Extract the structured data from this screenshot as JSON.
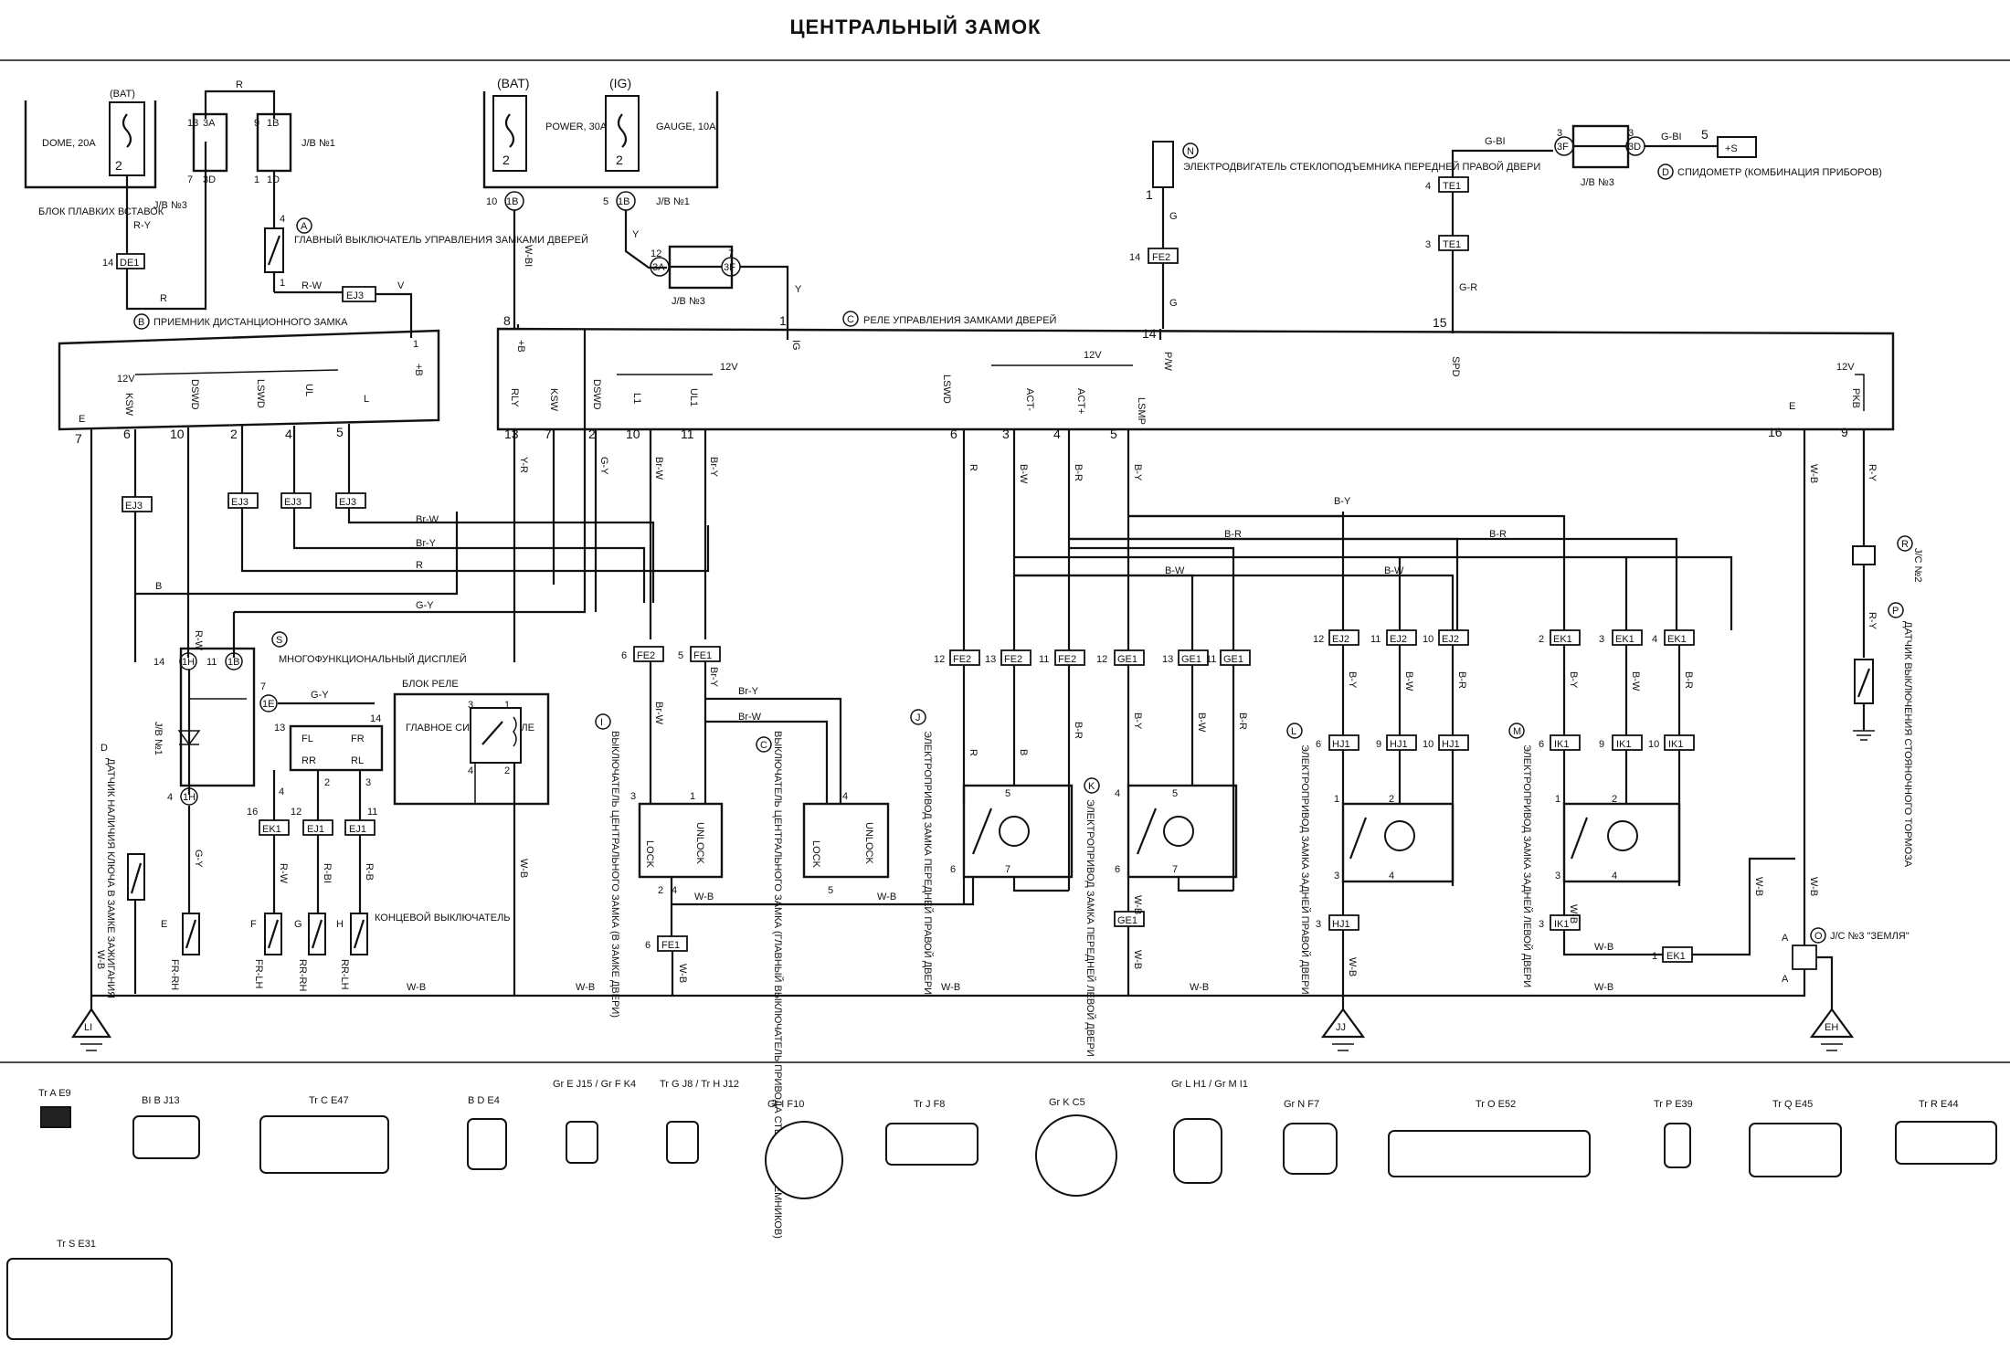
{
  "title": "ЦЕНТРАЛЬНЫЙ ЗАМОК",
  "fuse_block": {
    "label": "БЛОК ПЛАВКИХ ВСТАВОК",
    "bat": "(BAT)",
    "fuse": "DOME, 20A",
    "pin": "2",
    "wire": "R-Y",
    "connector": "DE1",
    "connector_pin": "14"
  },
  "jb3_top": {
    "label": "J/B №3",
    "pins": [
      "13",
      "3A",
      "7",
      "3D"
    ],
    "wire": "R"
  },
  "jb1_top": {
    "label": "J/B №1",
    "pins": [
      "9",
      "1B",
      "1",
      "1D"
    ]
  },
  "main_switch": {
    "tag": "A",
    "label": "ГЛАВНЫЙ ВЫКЛЮЧАТЕЛЬ УПРАВЛЕНИЯ ЗАМКАМИ ДВЕРЕЙ",
    "pins": [
      "4",
      "1"
    ],
    "wires": [
      "R-W",
      "V"
    ],
    "connector": "EJ3"
  },
  "power_fuses": [
    {
      "bat": "(BAT)",
      "name": "POWER, 30A",
      "pin": "2",
      "out_pin": "10",
      "out": "1B",
      "wire": "W-BI"
    },
    {
      "bat": "(IG)",
      "name": "GAUGE, 10A",
      "pin": "2",
      "out_pin": "5",
      "out": "1B",
      "wire": "Y"
    }
  ],
  "jb1_power": "J/B №1",
  "jb3_mid": {
    "label": "J/B №3",
    "pins": [
      "12",
      "3A",
      "7",
      "3F"
    ],
    "wire": "Y"
  },
  "remote_receiver": {
    "tag": "B",
    "label": "ПРИЕМНИК ДИСТАНЦИОННОГО ЗАМКА",
    "pin_labels": [
      "E",
      "KSW",
      "DSWD",
      "LSWD",
      "UL",
      "L",
      "+B"
    ],
    "pins": [
      "7",
      "6",
      "10",
      "2",
      "4",
      "5",
      "1"
    ],
    "v12": "12V"
  },
  "relay_unit": {
    "tag": "C",
    "label": "РЕЛЕ УПРАВЛЕНИЯ ЗАМКАМИ ДВЕРЕЙ",
    "pins_top": [
      "8",
      "1",
      "14",
      "15"
    ],
    "pins_top_labels": [
      "+B",
      "IG",
      "P/W",
      "SPD"
    ],
    "pins_bottom": [
      "13",
      "7",
      "2",
      "10",
      "11",
      "6",
      "3",
      "4",
      "5",
      "16",
      "9"
    ],
    "pins_bottom_labels": [
      "RLY",
      "KSW",
      "DSWD",
      "L1",
      "UL1",
      "LSWD",
      "ACT-",
      "ACT+",
      "LSMP",
      "E",
      "PKB"
    ],
    "v12": "12V"
  },
  "window_motor": {
    "tag": "N",
    "label": "ЭЛЕКТРОДВИГАТЕЛЬ СТЕКЛОПОДЪЕМНИКА ПЕРЕДНЕЙ ПРАВОЙ ДВЕРИ",
    "pin": "1",
    "wire": "G",
    "connector": "FE2",
    "connector_pin": "14"
  },
  "speedo": {
    "tag": "D",
    "label": "СПИДОМЕТР (КОМБИНАЦИЯ ПРИБОРОВ)",
    "jb": "J/B №3",
    "pins": [
      "3",
      "3F",
      "3",
      "3D",
      "5"
    ],
    "wire": "G-BI",
    "term": "+S",
    "connectors": [
      "TE1",
      "TE1"
    ],
    "connector_pins": [
      "4",
      "3"
    ],
    "wire2": "G-R"
  },
  "wire_labels": [
    "Br-W",
    "Br-Y",
    "R",
    "B",
    "G-Y",
    "B-Y",
    "B-R",
    "B-W",
    "W-B",
    "R-W",
    "Y-R",
    "W-BI",
    "R-Y"
  ],
  "multi_display": {
    "tag": "S",
    "label": "МНОГОФУНКЦИОНАЛЬНЫЙ ДИСПЛЕЙ",
    "jb": "J/B №1",
    "pins": [
      "14",
      "1H",
      "11",
      "1B",
      "7",
      "1E",
      "4",
      "1H"
    ],
    "box_pins": [
      "13",
      "FL",
      "FR",
      "RR",
      "RL",
      "14"
    ]
  },
  "relay_block": {
    "label": "БЛОК РЕЛЕ",
    "relay": "ГЛАВНОЕ СИЛОВОЕ РЕЛЕ",
    "pins": [
      "3",
      "1",
      "4",
      "2"
    ]
  },
  "door_switches": {
    "label": "КОНЦЕВОЙ ВЫКЛЮЧАТЕЛЬ",
    "items": [
      {
        "tag": "F",
        "name": "FR-LH",
        "conn": "EK1",
        "pin": "16",
        "wire": "R-W"
      },
      {
        "tag": "G",
        "name": "RR-RH",
        "conn": "EJ1",
        "pin": "12",
        "wire": "R-BI"
      },
      {
        "tag": "H",
        "name": "RR-LH",
        "conn": "EJ1",
        "pin": "11",
        "wire": "R-B"
      },
      {
        "tag": "E",
        "name": "FR-RH",
        "conn": "",
        "pin": "",
        "wire": ""
      }
    ],
    "extra_pins": [
      "4",
      "2",
      "3"
    ]
  },
  "key_sensor": {
    "tag": "D",
    "label": "ДАТЧИК НАЛИЧИЯ КЛЮЧА В ЗАМКЕ ЗАЖИГАНИЯ",
    "wire": "W-B"
  },
  "ground_left": "LI",
  "lock_switch_front": {
    "tag": "I",
    "label": "ВЫКЛЮЧАТЕЛЬ ЦЕНТРАЛЬНОГО ЗАМКА (В ЗАМКЕ ДВЕРИ)",
    "connectors": [
      "FE2",
      "FE1"
    ],
    "connector_pins": [
      "6",
      "5"
    ],
    "lock": "LOCK",
    "unlock": "UNLOCK",
    "pins": [
      "3",
      "1",
      "2",
      "4"
    ]
  },
  "lock_switch_window": {
    "tag": "C",
    "label": "ВЫКЛЮЧАТЕЛЬ ЦЕНТРАЛЬНОГО ЗАМКА (ГЛАВНЫЙ ВЫКЛЮЧАТЕЛЬ ПРИВОДА СТЕКЛОПОДЪЕМНИКОВ)",
    "lock": "LOCK",
    "unlock": "UNLOCK",
    "pins": [
      "4",
      "5"
    ],
    "connector": "FE1",
    "connector_pin": "6"
  },
  "actuators": [
    {
      "tag": "J",
      "label": "ЭЛЕКТРОПРИВОД ЗАМКА ПЕРЕДНЕЙ ПРАВОЙ ДВЕРИ",
      "conns": [
        "12 FE2",
        "13 FE2",
        "11 FE2"
      ],
      "wires": [
        "R",
        "B-W",
        "B-R"
      ],
      "pins": [
        "6",
        "5",
        "7"
      ]
    },
    {
      "tag": "K",
      "label": "ЭЛЕКТРОПРИВОД ЗАМКА ПЕРЕДНЕЙ ЛЕВОЙ ДВЕРИ",
      "conns": [
        "12 GE1",
        "13 GE1",
        "11 GE1"
      ],
      "wires": [
        "B-Y",
        "B-W",
        "B-R"
      ],
      "pins": [
        "4",
        "5",
        "6",
        "7"
      ]
    },
    {
      "tag": "L",
      "label": "ЭЛЕКТРОПРИВОД ЗАМКА ЗАДНЕЙ ПРАВОЙ ДВЕРИ",
      "conns": [
        "12 EJ2",
        "11 EJ2",
        "10 EJ2",
        "6 HJ1",
        "9 HJ1",
        "10 HJ1",
        "3 HJ1"
      ],
      "wires": [
        "B-Y",
        "B-W",
        "B-R",
        "W-B"
      ],
      "pins": [
        "1",
        "2",
        "3",
        "4"
      ]
    },
    {
      "tag": "M",
      "label": "ЭЛЕКТРОПРИВОД ЗАМКА ЗАДНЕЙ ЛЕВОЙ ДВЕРИ",
      "conns": [
        "2 EK1",
        "3 EK1",
        "4 EK1",
        "6 IK1",
        "9 IK1",
        "10 IK1",
        "3 IK1"
      ],
      "wires": [
        "B-Y",
        "B-W",
        "B-R",
        "W-B"
      ],
      "pins": [
        "1",
        "2",
        "3",
        "4"
      ]
    }
  ],
  "park_brake": {
    "tag": "P",
    "label": "ДАТЧИК ВЫКЛЮЧЕНИЯ СТОЯНОЧНОГО ТОРМОЗА",
    "jc": "J/C №2",
    "tagR": "R",
    "wire": "R-Y"
  },
  "ground_jc": {
    "label": "J/C №3 \"ЗЕМЛЯ\"",
    "tag": "O",
    "pins": [
      "A",
      "A"
    ],
    "connector": "EK1",
    "connector_pin": "1"
  },
  "grounds": [
    "LI",
    "JJ",
    "EH"
  ],
  "connector_legend": [
    {
      "text": "Tr A E9"
    },
    {
      "text": "BI B J13"
    },
    {
      "text": "Tr C E47"
    },
    {
      "text": "B D E4"
    },
    {
      "text": "Gr E J15 / Gr F K4"
    },
    {
      "text": "Tr G J8 / Tr H J12"
    },
    {
      "text": "Gr I F10"
    },
    {
      "text": "Tr J F8"
    },
    {
      "text": "Gr K C5"
    },
    {
      "text": "Gr L H1 / Gr M I1"
    },
    {
      "text": "Gr N F7"
    },
    {
      "text": "Tr O E52"
    },
    {
      "text": "Tr P E39"
    },
    {
      "text": "Tr Q E45"
    },
    {
      "text": "Tr R E44"
    },
    {
      "text": "Tr S E31"
    }
  ]
}
